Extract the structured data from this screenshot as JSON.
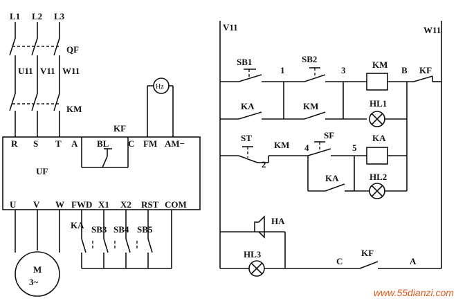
{
  "left": {
    "phases": [
      "L1",
      "L2",
      "L3"
    ],
    "qf": "QF",
    "terminals_mid": [
      "U11",
      "V11",
      "W11"
    ],
    "km": "KM",
    "inputs": [
      "R",
      "S",
      "T"
    ],
    "a": "A",
    "bl": "BL",
    "c": "C",
    "kf": "KF",
    "fm": "FM",
    "am": "AM−",
    "hz": "Hz",
    "uf": "UF",
    "outputs": [
      "U",
      "V",
      "W"
    ],
    "ctrl": [
      "FWD",
      "X1",
      "X2",
      "RST",
      "COM"
    ],
    "switches": [
      "KA",
      "SB3",
      "SB4",
      "SB5"
    ],
    "motor": "M",
    "motor_sub": "3~"
  },
  "right": {
    "v11": "V11",
    "w11": "W11",
    "sb1": "SB1",
    "sb2": "SB2",
    "n1": "1",
    "n3": "3",
    "km_coil": "KM",
    "b": "B",
    "kf": "KF",
    "ka1": "KA",
    "km2": "KM",
    "hl1": "HL1",
    "st": "ST",
    "km3": "KM",
    "n2": "2",
    "n4": "4",
    "sf": "SF",
    "n5": "5",
    "ka_coil": "KA",
    "ka2": "KA",
    "hl2": "HL2",
    "ha": "HA",
    "hl3": "HL3",
    "c": "C",
    "kf2": "KF",
    "a": "A"
  },
  "watermark": "www.55dianzi.com"
}
